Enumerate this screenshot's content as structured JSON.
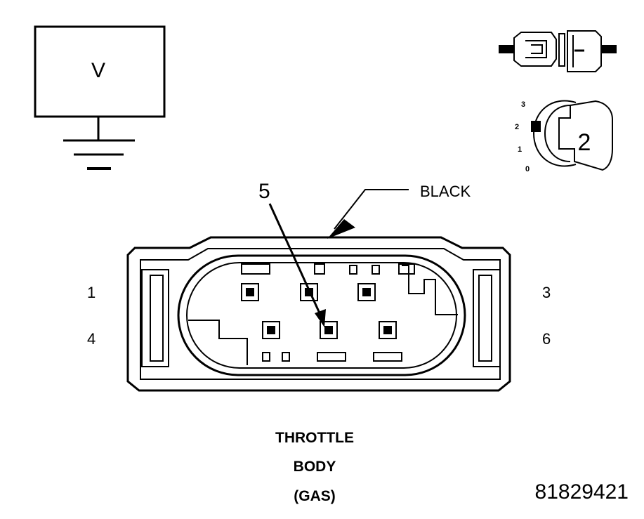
{
  "meter": {
    "label": "V"
  },
  "key_switch": {
    "positions": [
      "3",
      "2",
      "1",
      "0"
    ],
    "selected": "2"
  },
  "connector": {
    "color_label": "BLACK",
    "pointer_pin": "5",
    "pin_labels": {
      "pin1": "1",
      "pin3": "3",
      "pin4": "4",
      "pin6": "6"
    }
  },
  "caption": {
    "line1": "THROTTLE",
    "line2": "BODY",
    "line3": "(GAS)"
  },
  "figure_number": "81829421",
  "icon_names": [
    "ground-symbol-icon",
    "connector-pair-icon",
    "ignition-key-icon"
  ]
}
